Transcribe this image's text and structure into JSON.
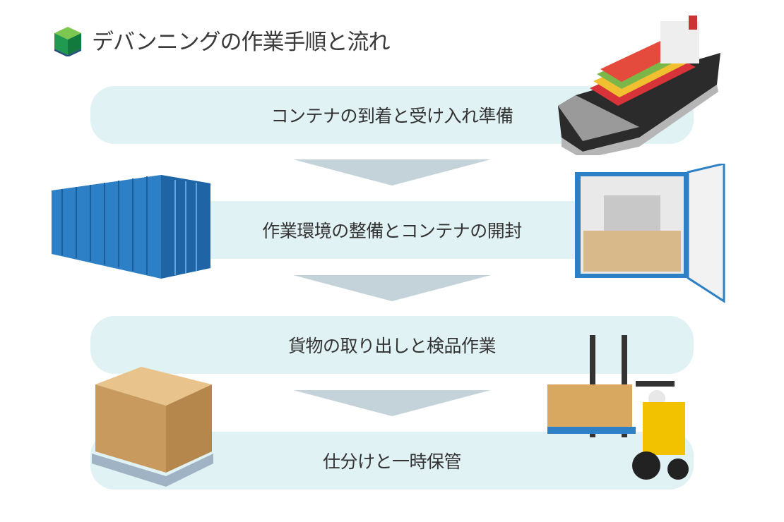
{
  "title": "デバンニングの作業手順と流れ",
  "steps": [
    {
      "label": "コンテナの到着と受け入れ準備"
    },
    {
      "label": "作業環境の整備とコンテナの開封"
    },
    {
      "label": "貨物の取り出しと検品作業"
    },
    {
      "label": "仕分けと一時保管"
    }
  ],
  "colors": {
    "band": "#e0f2f4",
    "arrow": "#c4d3da",
    "text": "#333333",
    "cube_top": "#6cc04a",
    "cube_side": "#1a8a4a"
  }
}
